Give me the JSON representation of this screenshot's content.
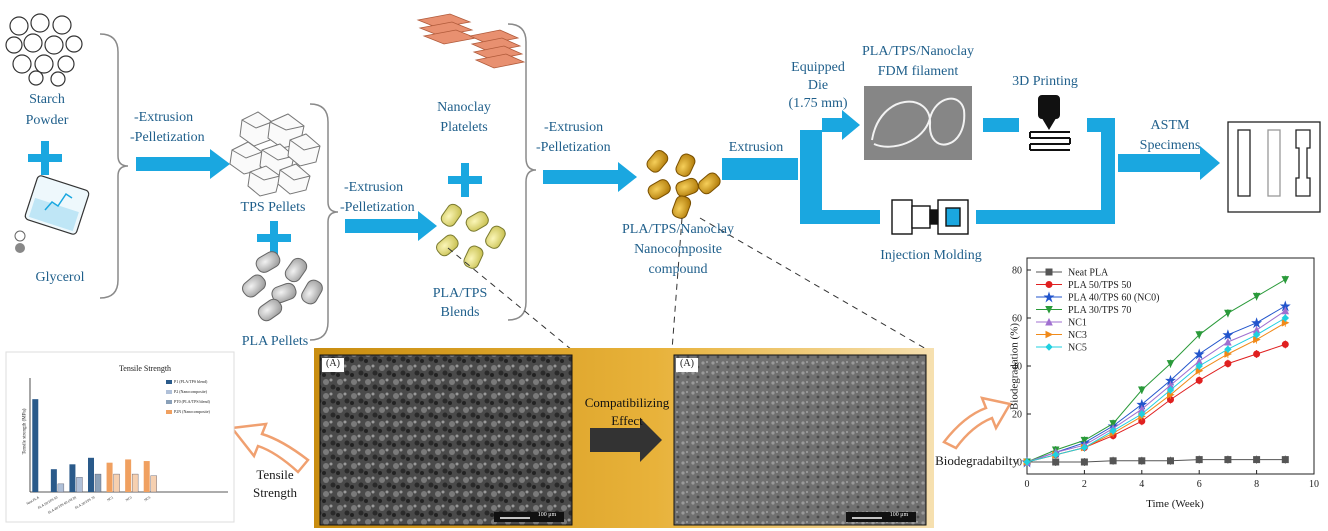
{
  "labels": {
    "starch": "Starch",
    "powder": "Powder",
    "glycerol": "Glycerol",
    "step1_a": "-Extrusion",
    "step1_b": "-Pelletization",
    "tps_pellets": "TPS Pellets",
    "pla_pellets": "PLA Pellets",
    "step2_a": "-Extrusion",
    "step2_b": "-Pelletization",
    "blend_a": "PLA/TPS",
    "blend_b": "Blends",
    "nanoclay_a": "Nanoclay",
    "nanoclay_b": "Platelets",
    "step3_a": "-Extrusion",
    "step3_b": "-Pelletization",
    "compound_a": "PLA/TPS/Nanoclay",
    "compound_b": "Nanocomposite",
    "compound_c": "compound",
    "extrusion": "Extrusion",
    "die_a": "Equipped",
    "die_b": "Die",
    "die_c": "(1.75 mm)",
    "filament_a": "PLA/TPS/Nanoclay",
    "filament_b": "FDM filament",
    "printing": "3D Printing",
    "injection": "Injection Molding",
    "astm_a": "ASTM",
    "astm_b": "Specimens",
    "tensile_a": "Tensile",
    "tensile_b": "Strength",
    "compat_a": "Compatibilizing",
    "compat_b": "Effect",
    "sem_left": "(A)",
    "sem_right": "(A)",
    "sem_scale": "100 μm",
    "biodeg": "Biodegradabilty"
  },
  "colors": {
    "accent": "#1aa7e0",
    "label_text": "#1f5f8b",
    "bracket": "#8a8a8a",
    "sem_frame": "#d8a42a",
    "orange_arrow": "#f0a070"
  },
  "tensile_chart": {
    "type": "bar",
    "title": "Tensile Strength",
    "ylabel": "Tensile strength (MPa)",
    "legend": [
      "P1 (PLA/TPS blend)",
      "P2 (Nanocomposite)",
      "PT0 (PLA/TPS blend)",
      "P2N (Nanocomposite)"
    ],
    "categories": [
      "Neat PLA",
      "PLA 50/TPS 50",
      "PLA 40/TPS 60 (NC0)",
      "PLA 30/TPS 70",
      "NC1",
      "NC3",
      "NC5"
    ],
    "values_a": [
      57,
      14,
      17,
      21,
      18,
      20,
      19
    ],
    "values_b": [
      null,
      5,
      9,
      11,
      11,
      11,
      10
    ],
    "ylim": [
      0,
      70
    ]
  },
  "chart_data": {
    "type": "line",
    "title": "",
    "xlabel": "Time (Week)",
    "ylabel": "Biodegradation (%)",
    "xlim": [
      0,
      10
    ],
    "ylim": [
      -5,
      85
    ],
    "xticks": [
      0,
      2,
      4,
      6,
      8,
      10
    ],
    "yticks": [
      0,
      20,
      40,
      60,
      80
    ],
    "x": [
      0,
      1,
      2,
      3,
      4,
      5,
      6,
      7,
      8,
      9
    ],
    "legend_position": "top-left",
    "series": [
      {
        "name": "Neat PLA",
        "color": "#555555",
        "marker": "square",
        "values": [
          0,
          0,
          0,
          0.5,
          0.5,
          0.5,
          1,
          1,
          1,
          1
        ]
      },
      {
        "name": "PLA 50/TPS 50",
        "color": "#e02020",
        "marker": "circle",
        "values": [
          0,
          3,
          6,
          11,
          17,
          26,
          34,
          41,
          45,
          49
        ]
      },
      {
        "name": "PLA 40/TPS 60 (NC0)",
        "color": "#2255cc",
        "marker": "star",
        "values": [
          0,
          4,
          8,
          15,
          24,
          34,
          45,
          53,
          58,
          65
        ]
      },
      {
        "name": "PLA 30/TPS 70",
        "color": "#2a9a3a",
        "marker": "triangle-down",
        "values": [
          0,
          5,
          9,
          16,
          30,
          41,
          53,
          62,
          69,
          76
        ]
      },
      {
        "name": "NC1",
        "color": "#a070d0",
        "marker": "triangle-up",
        "values": [
          0,
          4,
          7,
          14,
          22,
          32,
          42,
          50,
          55,
          63
        ]
      },
      {
        "name": "NC3",
        "color": "#f08a1a",
        "marker": "triangle-right",
        "values": [
          0,
          3,
          6,
          12,
          19,
          28,
          38,
          45,
          51,
          58
        ]
      },
      {
        "name": "NC5",
        "color": "#20d0e0",
        "marker": "diamond",
        "values": [
          0,
          3,
          6,
          13,
          20,
          30,
          40,
          47,
          53,
          60
        ]
      }
    ]
  }
}
